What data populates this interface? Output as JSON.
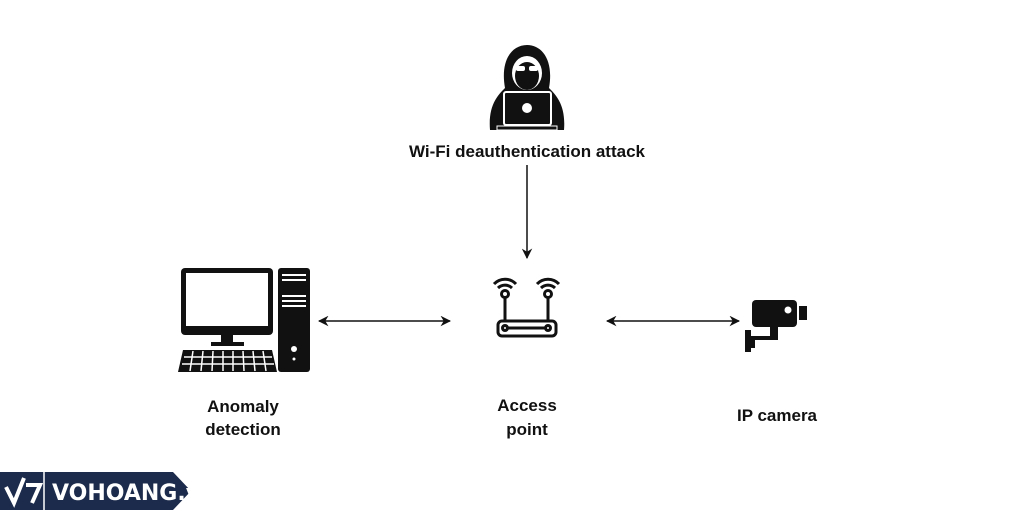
{
  "nodes": {
    "attacker": {
      "label": "Wi-Fi deauthentication attack",
      "icon": "hacker-icon"
    },
    "computer": {
      "label_line1": "Anomaly",
      "label_line2": "detection",
      "icon": "desktop-computer-icon"
    },
    "access_point": {
      "label_line1": "Access",
      "label_line2": "point",
      "icon": "router-icon"
    },
    "camera": {
      "label": "IP camera",
      "icon": "security-camera-icon"
    }
  },
  "edges": [
    {
      "from": "attacker",
      "to": "access_point",
      "direction": "one-way"
    },
    {
      "from": "computer",
      "to": "access_point",
      "direction": "bidirectional"
    },
    {
      "from": "access_point",
      "to": "camera",
      "direction": "bidirectional"
    }
  ],
  "watermark": {
    "text": "VOHOANG.vn",
    "color": "#1c2b4b"
  }
}
